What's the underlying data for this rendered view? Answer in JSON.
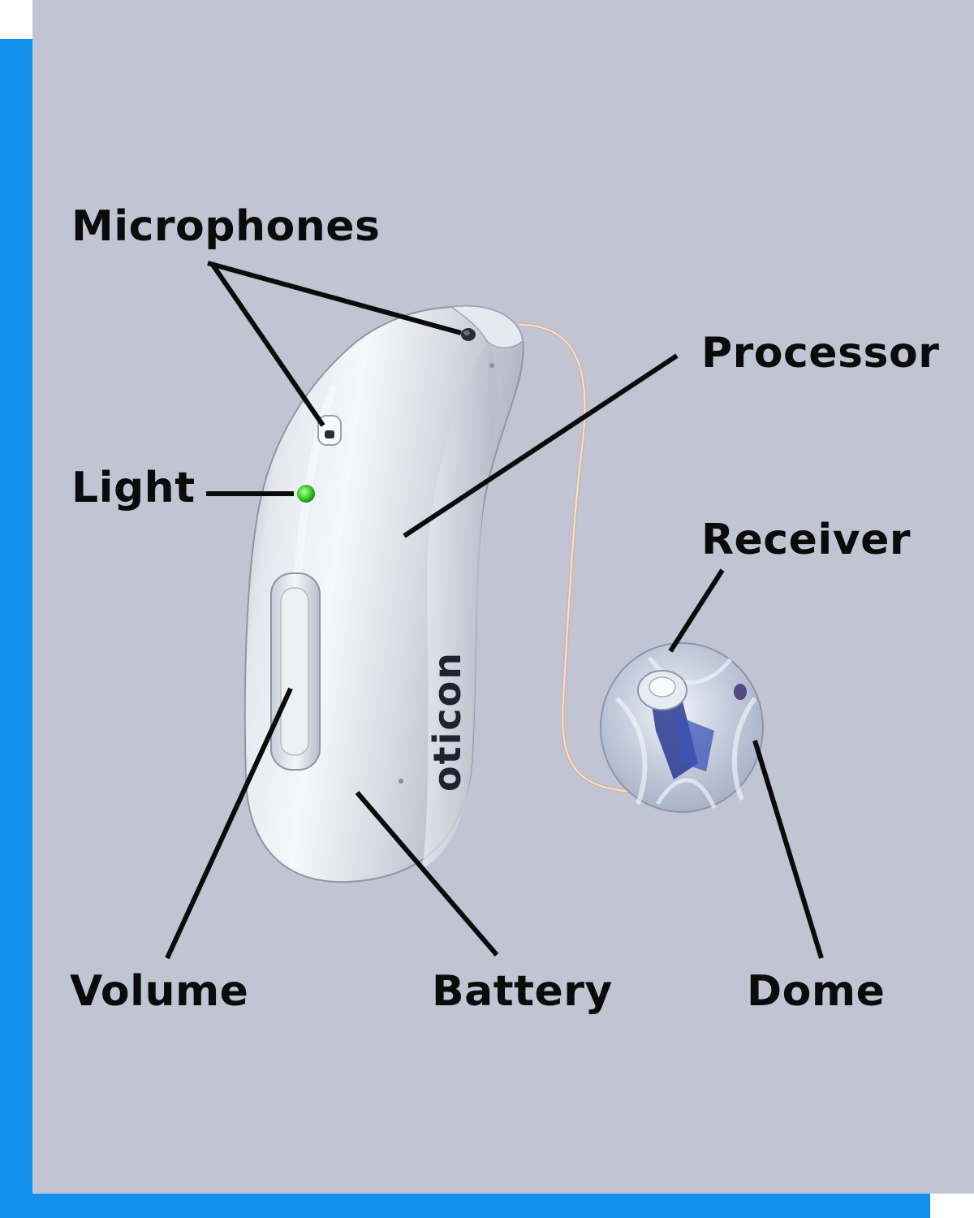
{
  "labels": {
    "microphones": "Microphones",
    "processor": "Processor",
    "light": "Light",
    "receiver": "Receiver",
    "volume": "Volume",
    "battery": "Battery",
    "dome": "Dome"
  },
  "device": {
    "brand": "oticon"
  },
  "colors": {
    "accent_bar": "#1190ee",
    "background": "#c1c4d3",
    "label_text": "#0b0b0b",
    "indicator_light": "#3ad12a"
  }
}
